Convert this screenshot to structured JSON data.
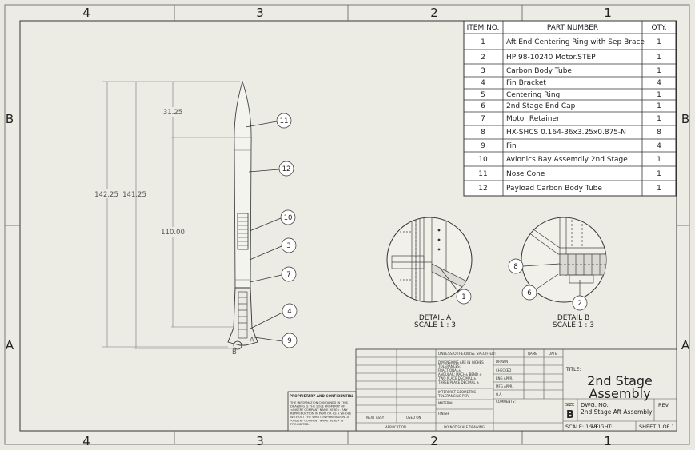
{
  "zones": {
    "cols": [
      "4",
      "3",
      "2",
      "1"
    ],
    "rows": [
      "B",
      "A"
    ]
  },
  "bom": {
    "headers": [
      "ITEM NO.",
      "PART NUMBER",
      "QTY."
    ],
    "rows": [
      {
        "item": "1",
        "part": "Aft End Centering Ring with Sep Brace",
        "qty": "1"
      },
      {
        "item": "2",
        "part": "HP 98-10240 Motor.STEP",
        "qty": "1"
      },
      {
        "item": "3",
        "part": "Carbon Body Tube",
        "qty": "1"
      },
      {
        "item": "4",
        "part": "Fin Bracket",
        "qty": "4"
      },
      {
        "item": "5",
        "part": "Centering Ring",
        "qty": "1"
      },
      {
        "item": "6",
        "part": "2nd Stage End Cap",
        "qty": "1"
      },
      {
        "item": "7",
        "part": "Motor Retainer",
        "qty": "1"
      },
      {
        "item": "8",
        "part": "HX-SHCS 0.164-36x3.25x0.875-N",
        "qty": "8"
      },
      {
        "item": "9",
        "part": "Fin",
        "qty": "4"
      },
      {
        "item": "10",
        "part": "Avionics Bay Assemdly 2nd Stage",
        "qty": "1"
      },
      {
        "item": "11",
        "part": "Nose Cone",
        "qty": "1"
      },
      {
        "item": "12",
        "part": "Payload Carbon Body Tube",
        "qty": "1"
      }
    ]
  },
  "dimensions": {
    "d1": "31.25",
    "d2": "142.25",
    "d3": "141.25",
    "d4": "110.00"
  },
  "balloons": [
    "11",
    "12",
    "10",
    "3",
    "7",
    "4",
    "9"
  ],
  "detail_a": {
    "title": "DETAIL A",
    "scale": "SCALE 1 : 3",
    "balloon": "1"
  },
  "detail_b": {
    "title": "DETAIL B",
    "scale": "SCALE 1 : 3",
    "balloons": [
      "8",
      "6",
      "2"
    ]
  },
  "view_letter_b": "B",
  "view_letter_a": "A",
  "title_block": {
    "unless": "UNLESS OTHERWISE SPECIFIED:",
    "name": "NAME",
    "date": "DATE",
    "tol_lines": [
      "DIMENSIONS ARE IN INCHES",
      "TOLERANCES:",
      "FRACTIONAL±",
      "ANGULAR: MACH±   BEND ±",
      "TWO PLACE DECIMAL   ±",
      "THREE PLACE DECIMAL  ±"
    ],
    "drawn": "DRAWN",
    "checked": "CHECKED",
    "eng_appr": "ENG APPR.",
    "mfg_appr": "MFG APPR.",
    "qa": "Q.A.",
    "comments": "COMMENTS:",
    "interp": [
      "INTERPRET GEOMETRIC",
      "TOLERANCING PER:"
    ],
    "material": "MATERIAL",
    "finish": "FINISH",
    "next_assy": "NEXT ASSY",
    "used_on": "USED ON",
    "application": "APPLICATION",
    "do_not_scale": "DO NOT SCALE DRAWING",
    "prop_title": "PROPRIETARY AND CONFIDENTIAL",
    "prop_lines": [
      "THE INFORMATION CONTAINED IN THIS",
      "DRAWING IS THE SOLE PROPERTY OF",
      "<INSERT COMPANY NAME HERE>. ANY",
      "REPRODUCTION IN PART OR AS A WHOLE",
      "WITHOUT THE WRITTEN PERMISSION OF",
      "<INSERT COMPANY NAME HERE> IS",
      "PROHIBITED."
    ],
    "title_label": "TITLE:",
    "title_line1": "2nd Stage",
    "title_line2": "Assembly",
    "size_label": "SIZE",
    "size": "B",
    "dwg_label": "DWG.  NO.",
    "dwg_no": "2nd Stage Aft Assembly",
    "rev_label": "REV",
    "scale": "SCALE: 1:33",
    "weight": "WEIGHT:",
    "sheet": "SHEET 1 OF 1"
  }
}
